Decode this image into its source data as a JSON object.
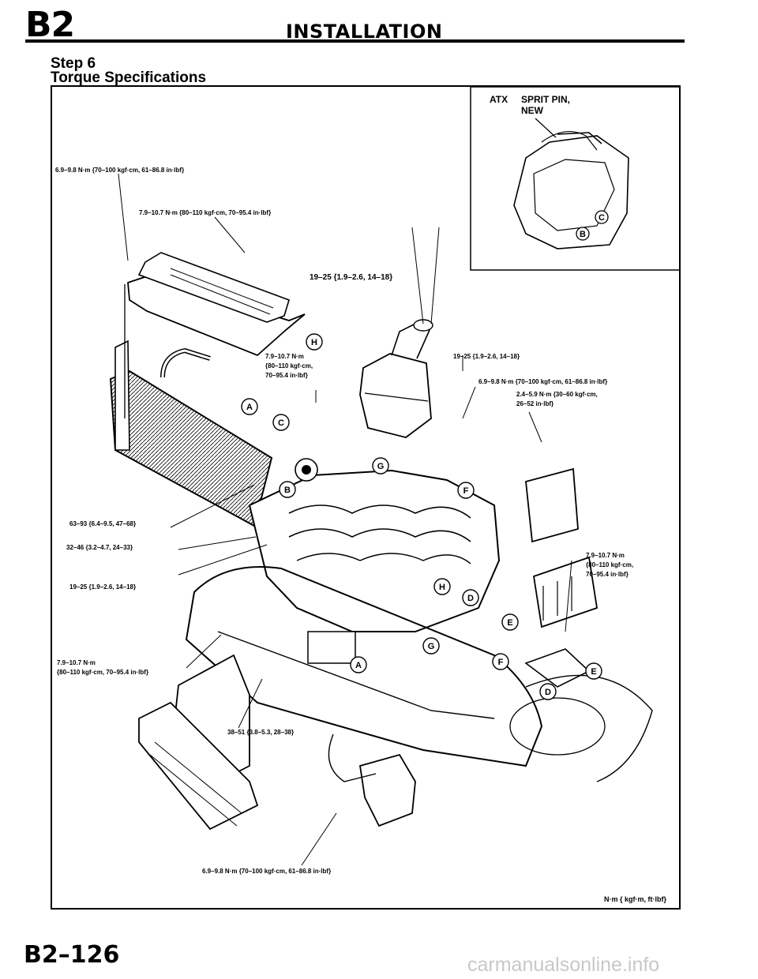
{
  "header": {
    "section_code": "B2",
    "title": "INSTALLATION"
  },
  "step": {
    "label": "Step 6",
    "subtitle": "Torque Specifications"
  },
  "inset": {
    "atx_label": "ATX",
    "pin_label_line1": "SPRIT PIN,",
    "pin_label_line2": "NEW",
    "callouts": [
      "C",
      "B"
    ]
  },
  "torque_labels": {
    "t1": "6.9–9.8 N·m {70–100 kgf·cm, 61–86.8 in·lbf}",
    "t2": "7.9–10.7 N·m {80–110 kgf·cm, 70–95.4 in·lbf}",
    "t3": "19–25 {1.9–2.6, 14–18}",
    "t4_line1": "7.9–10.7 N·m",
    "t4_line2": "{80–110 kgf·cm,",
    "t4_line3": "70–95.4 in·lbf}",
    "t5": "19–25 {1.9–2.6, 14–18}",
    "t6": "6.9–9.8 N·m {70–100 kgf·cm, 61–86.8 in·lbf}",
    "t7_line1": "2.4–5.9 N·m {30–60 kgf·cm,",
    "t7_line2": "26–52 in·lbf}",
    "t8": "63–93 {6.4–9.5, 47–68}",
    "t9": "32–46 {3.2–4.7, 24–33}",
    "t10": "19–25 {1.9–2.6, 14–18}",
    "t11_line1": "7.9–10.7 N·m",
    "t11_line2": "{80–110 kgf·cm,",
    "t11_line3": "70–95.4 in·lbf}",
    "t12_line1": "7.9–10.7 N·m",
    "t12_line2": "{80–110 kgf·cm, 70–95.4 in·lbf}",
    "t13": "38–51 {3.8–5.3, 28–38}",
    "t14": "6.9–9.8 N·m {70–100 kgf·cm, 61–86.8 in·lbf}"
  },
  "callouts": {
    "H1": "H",
    "A1": "A",
    "C1": "C",
    "G1": "G",
    "B1": "B",
    "F1": "F",
    "H2": "H",
    "D1": "D",
    "E1": "E",
    "G2": "G",
    "F2": "F",
    "A2": "A",
    "E2": "E",
    "D2": "D"
  },
  "units_legend": "N·m { kgf·m, ft·lbf}",
  "page_number": "B2–126",
  "watermark": "carmanualsonline.info"
}
